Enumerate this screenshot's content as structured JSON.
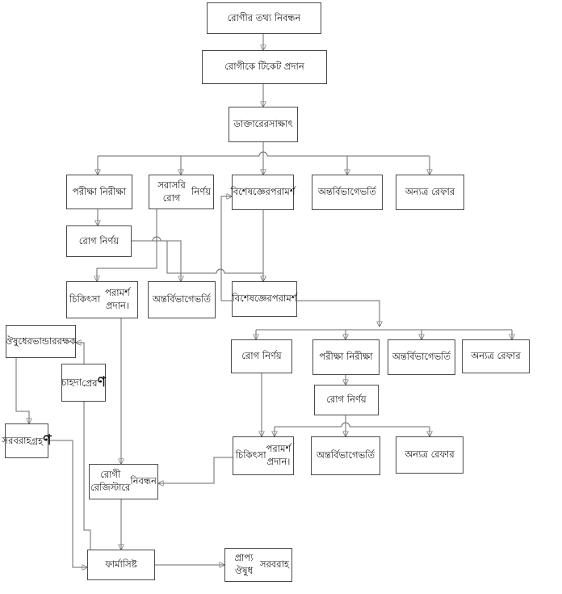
{
  "nodes": {
    "registration": "রোগীর তথ্য নিবন্ধন",
    "ticket": "রোগীকে টিকেট প্রদান",
    "doctor_visit": [
      "ডাক্তারের",
      "সাক্ষাৎ"
    ],
    "exam_1": "পরীক্ষা নিরীক্ষা",
    "direct_diagnosis": [
      "সরাসরি রোগ",
      "নির্ণয়"
    ],
    "specialist_1": [
      "বিশেষজ্ঞের",
      "পরামর্শ"
    ],
    "admit_1": [
      "অন্তর্বিভাগে",
      "ভর্তি"
    ],
    "refer_1": "অন্যত্র রেফার",
    "diagnosis_1": "রোগ নির্ণয়",
    "treatment_1": [
      "চিকিৎসা",
      "পরামর্শ প্রদান।"
    ],
    "admit_2": [
      "অন্তর্বিভাগে",
      "ভর্তি"
    ],
    "specialist_2": [
      "বিশেষজ্ঞের",
      "পরামর্শ"
    ],
    "storekeeper": [
      "ঔষুধের",
      "ভান্ডাররক্ষক"
    ],
    "demand": [
      "চাহদা",
      "প্রের",
      "ণ"
    ],
    "diagnosis_2": "রোগ নির্ণয়",
    "exam_2": "পরীক্ষা নিরীক্ষা",
    "admit_3": [
      "অন্তর্বিভাগে",
      "ভর্তি"
    ],
    "refer_2": "অন্যত্র রেফার",
    "diagnosis_3": "রোগ নির্ণয়",
    "supply_receive": [
      "সরবরাহ",
      "গ্রহ",
      "ণ"
    ],
    "treatment_2": [
      "চিকিৎসা",
      "পরামর্শ প্রদান।"
    ],
    "admit_4": [
      "অন্তর্বিভাগে",
      "ভর্তি"
    ],
    "refer_3": "অন্যত্র রেফার",
    "register_patient": [
      "রোগী রেজিস্টারে",
      "নিবন্ধন"
    ],
    "pharmacist": "ফার্মাসিষ্ট",
    "medicine_supply": [
      "প্রাপ্য ঔষুধ",
      "সরবরাহ"
    ]
  },
  "colors": {
    "border": "#4a4a4a",
    "connector": "#6a6a6a",
    "text": "#111111"
  }
}
